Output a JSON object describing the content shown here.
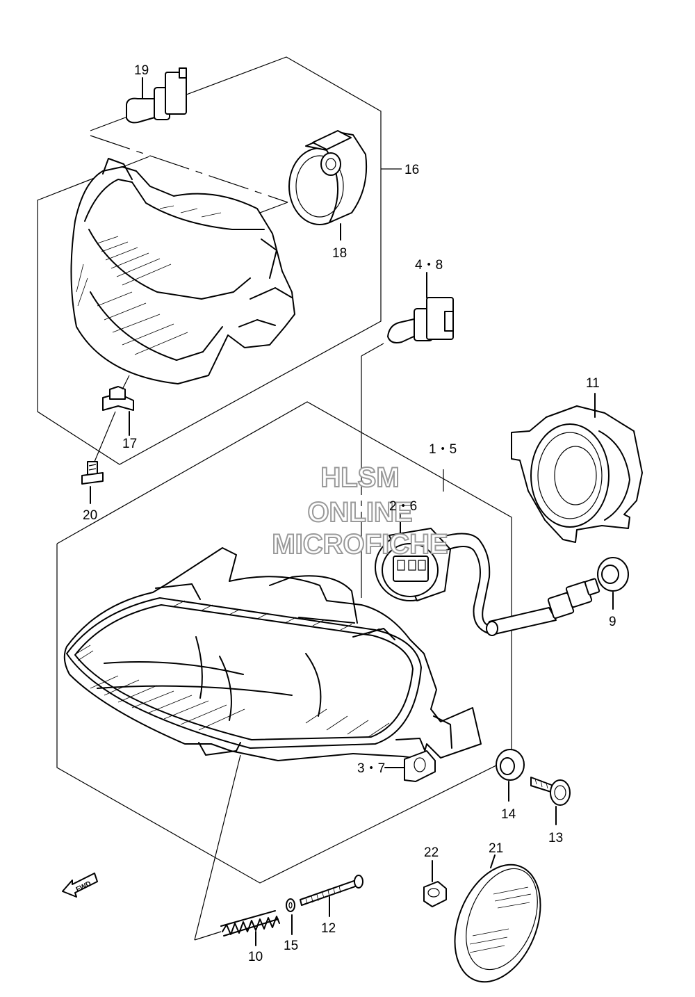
{
  "callouts": {
    "c19": "19",
    "c16": "16",
    "c18": "18",
    "c48": "4・8",
    "c11": "11",
    "c15a": "1・5",
    "c26": "2・6",
    "c17": "17",
    "c20": "20",
    "c9": "9",
    "c37": "3・7",
    "c14": "14",
    "c13": "13",
    "c22": "22",
    "c21": "21",
    "c12": "12",
    "c10": "10",
    "c15": "15"
  },
  "watermark": {
    "line1": "HLSM",
    "line2": "ONLINE",
    "line3": "MICROFICHE",
    "color": "#999999"
  },
  "direction_arrow": {
    "label": "FWD",
    "icon": "forward-arrow-icon"
  }
}
